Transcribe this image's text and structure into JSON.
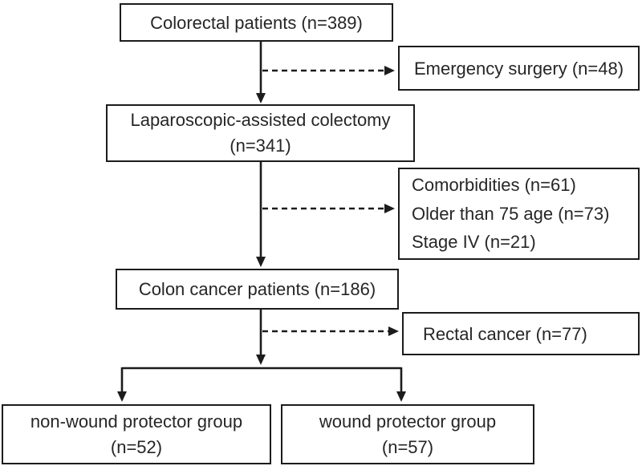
{
  "diagram": {
    "nodes": {
      "colorectal": {
        "label": "Colorectal patients (n=389)"
      },
      "emergency": {
        "label": "Emergency surgery (n=48)"
      },
      "laparoscopic": {
        "line1": "Laparoscopic-assisted colectomy",
        "line2": "(n=341)"
      },
      "comorbidities": {
        "line1": "Comorbidities (n=61)",
        "line2": "Older than 75 age (n=73)",
        "line3": "Stage IV (n=21)"
      },
      "colon": {
        "label": "Colon cancer patients (n=186)"
      },
      "rectal": {
        "label": "Rectal cancer (n=77)"
      },
      "nonwound": {
        "line1": "non-wound protector group",
        "line2": "(n=52)"
      },
      "wound": {
        "line1": "wound protector group",
        "line2": "(n=57)"
      }
    },
    "edges": [
      {
        "from": "colorectal",
        "to": "laparoscopic",
        "style": "solid"
      },
      {
        "from": "colorectal",
        "to": "emergency",
        "style": "dashed"
      },
      {
        "from": "laparoscopic",
        "to": "colon",
        "style": "solid"
      },
      {
        "from": "laparoscopic",
        "to": "comorbidities",
        "style": "dashed"
      },
      {
        "from": "colon",
        "to": "split",
        "style": "solid"
      },
      {
        "from": "colon",
        "to": "rectal",
        "style": "dashed"
      },
      {
        "from": "split",
        "to": "nonwound",
        "style": "solid"
      },
      {
        "from": "split",
        "to": "wound",
        "style": "solid"
      }
    ]
  },
  "colors": {
    "line": "#1c1c1c",
    "text": "#262626",
    "box_background": "#ffffff",
    "page_background": "#ffffff"
  }
}
